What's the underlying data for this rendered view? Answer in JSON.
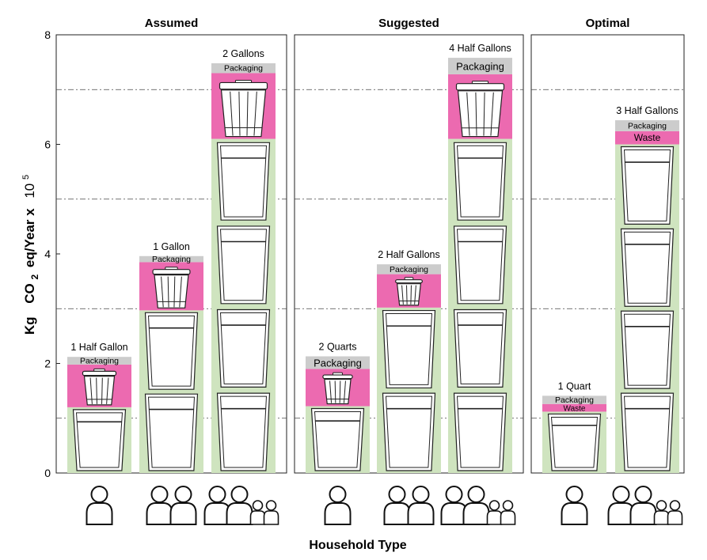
{
  "chart_data": {
    "type": "bar",
    "ylabel_kg": "Kg",
    "ylabel_co2": "CO",
    "ylabel_sub": "2",
    "ylabel_rest": "eq/Year x",
    "ylabel_exp_base": "10",
    "ylabel_exp": "5",
    "xlabel": "Household Type",
    "ylim": [
      0,
      8
    ],
    "y_ticks": [
      "0",
      "2",
      "4",
      "6",
      "8"
    ],
    "grid": "horizontal dash-dot at 1, 3, 5, 7",
    "segment_colors": {
      "milk": "#cfe4bf",
      "waste": "#ec6ab0",
      "packaging": "#cccccc"
    },
    "panels": [
      {
        "title": "Assumed",
        "bars": [
          {
            "household": "1 adult",
            "top_label": "1 Half Gallon",
            "milk": 1.2,
            "waste": 0.78,
            "packaging": 0.14,
            "packaging_label": "Packaging",
            "waste_label": ""
          },
          {
            "household": "2 adults",
            "top_label": "1 Gallon",
            "milk": 2.97,
            "waste": 0.88,
            "packaging": 0.11,
            "packaging_label": "Packaging",
            "waste_label": ""
          },
          {
            "household": "2 adults, 2 children",
            "top_label": "2 Gallons",
            "milk": 6.1,
            "waste": 1.2,
            "packaging": 0.18,
            "packaging_label": "Packaging",
            "waste_label": ""
          }
        ]
      },
      {
        "title": "Suggested",
        "bars": [
          {
            "household": "1 adult",
            "top_label": "2 Quarts",
            "milk": 1.22,
            "waste": 0.68,
            "packaging": 0.23,
            "packaging_label": "Packaging",
            "waste_label": ""
          },
          {
            "household": "2 adults",
            "top_label": "2 Half Gallons",
            "milk": 3.02,
            "waste": 0.61,
            "packaging": 0.18,
            "packaging_label": "Packaging",
            "waste_label": ""
          },
          {
            "household": "2 adults, 2 children",
            "top_label": "4 Half Gallons",
            "milk": 6.1,
            "waste": 1.18,
            "packaging": 0.3,
            "packaging_label": "Packaging",
            "waste_label": ""
          }
        ]
      },
      {
        "title": "Optimal",
        "bars": [
          {
            "household": "1 adult",
            "top_label": "1 Quart",
            "milk": 1.12,
            "waste": 0.14,
            "packaging": 0.15,
            "packaging_label": "Packaging",
            "waste_label": "Waste"
          },
          {
            "household": "2 adults, 2 children",
            "top_label": "3 Half Gallons",
            "milk": 6.0,
            "waste": 0.24,
            "packaging": 0.2,
            "packaging_label": "Packaging",
            "waste_label": "Waste"
          }
        ]
      }
    ]
  }
}
